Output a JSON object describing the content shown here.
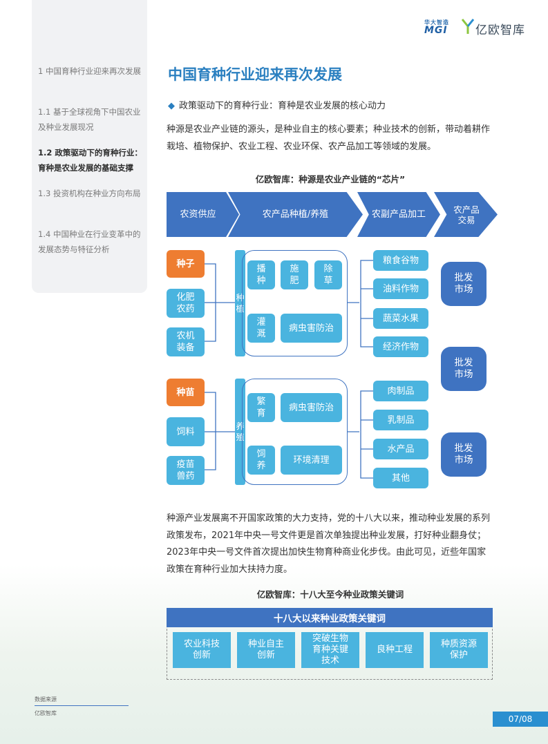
{
  "header": {
    "logo_mgi_top": "华大智造",
    "logo_mgi": "MGI",
    "logo_yiou": "亿欧智库"
  },
  "toc": [
    {
      "label": "1  中国育种行业迎来再次发展"
    },
    {
      "label": "1.1 基于全球视角下中国农业及种业发展现况"
    },
    {
      "label": "1.2 政策驱动下的育种行业：育种是农业发展的基础支撑"
    },
    {
      "label": "1.3 投资机构在种业方向布局"
    },
    {
      "label": "1.4 中国种业在行业变革中的发展态势与特征分析"
    }
  ],
  "title": "中国育种行业迎来再次发展",
  "bullet": "政策驱动下的育种行业：育种是农业发展的核心动力",
  "para1": "种源是农业产业链的源头，是种业自主的核心要素；种业技术的创新，带动着耕作栽培、植物保护、农业工程、农业环保、农产品加工等领域的发展。",
  "caption1": "亿欧智库：种源是农业产业链的“芯片”",
  "chain": [
    "农资供应",
    "农产品种植/养殖",
    "农副产品加工",
    "农产品交易"
  ],
  "plant": {
    "inputs": [
      "种子",
      "化肥农药",
      "农机装备"
    ],
    "bar": "种植",
    "steps": [
      "播种",
      "施肥",
      "除草",
      "灌溉",
      "病虫害防治"
    ],
    "outputs": [
      "粮食谷物",
      "油料作物",
      "蔬菜水果",
      "经济作物"
    ]
  },
  "breed": {
    "inputs": [
      "种苗",
      "饲料",
      "疫苗兽药"
    ],
    "bar": "养殖",
    "steps": [
      "繁育",
      "病虫害防治",
      "饲养",
      "环境清理"
    ],
    "outputs": [
      "肉制品",
      "乳制品",
      "水产品",
      "其他"
    ]
  },
  "markets": [
    "批发市场",
    "批发市场",
    "批发市场"
  ],
  "para2": "种源产业发展离不开国家政策的大力支持，党的十八大以来，推动种业发展的系列政策发布，2021年中央一号文件更是首次单独提出种业发展，打好种业翻身仗；2023年中央一号文件首次提出加快生物育种商业化步伐。由此可见，近些年国家政策在育种行业加大扶持力度。",
  "caption2": "亿欧智库：十八大至今种业政策关键词",
  "keywords_title": "十八大以来种业政策关键词",
  "keywords": [
    "农业科技创新",
    "种业自主创新",
    "突破生物育种关键技术",
    "良种工程",
    "种质资源保护"
  ],
  "footer": {
    "source_label": "数据来源",
    "source_name": "亿欧智库"
  },
  "page": "07/08",
  "colors": {
    "blue_dark": "#3f73c1",
    "blue_light": "#4ab4df",
    "orange": "#ee7d31",
    "title": "#2a7fc0"
  }
}
